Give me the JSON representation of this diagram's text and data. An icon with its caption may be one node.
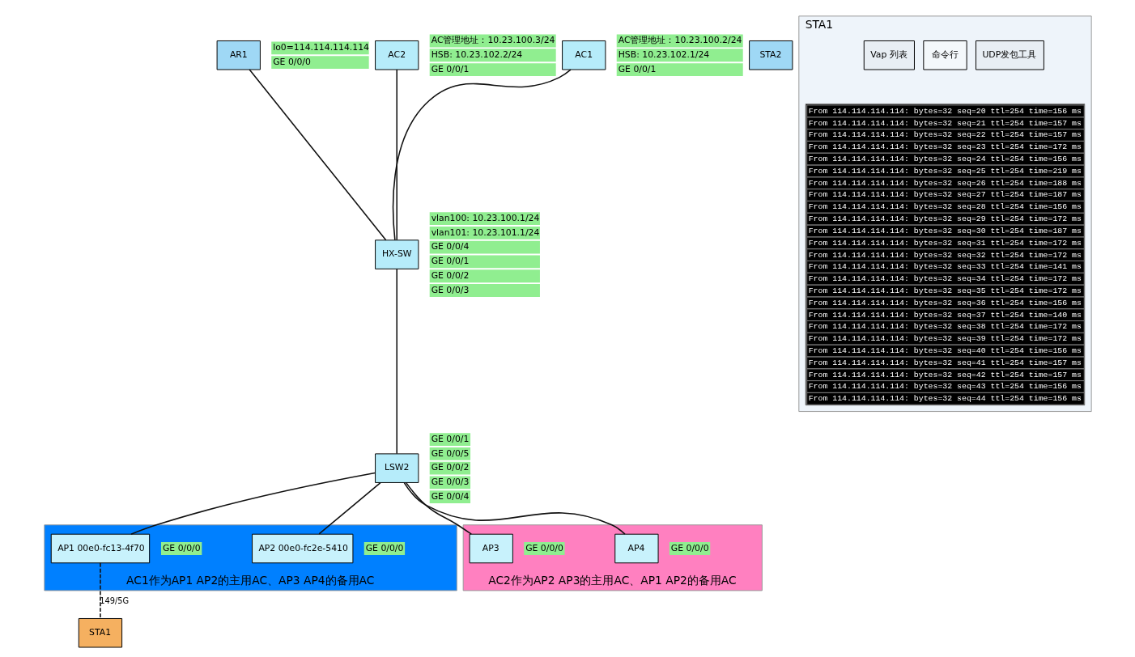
{
  "diagram": {
    "nodes": [
      {
        "text": [
          "AR1"
        ],
        "beside": [
          "lo0=114.114.114.114",
          "GE 0/0/0"
        ]
      },
      {
        "text": [
          "AC2"
        ],
        "beside": [
          "AC管理地址：10.23.100.3/24",
          "HSB: 10.23.102.2/24",
          "GE 0/0/1"
        ]
      },
      {
        "text": [
          "HX-SW"
        ],
        "beside": [
          "vlan100: 10.23.100.1/24",
          "vlan101: 10.23.101.1/24",
          "GE 0/0/4",
          "GE 0/0/1",
          "GE 0/0/2",
          "GE 0/0/3"
        ]
      },
      {
        "text": [
          "AC1"
        ],
        "beside": [
          "AC管理地址：10.23.100.2/24",
          "HSB: 10.23.102.1/24",
          "GE 0/0/1"
        ]
      },
      {
        "text": [
          "LSW2"
        ],
        "beside": [
          "GE 0/0/1",
          "GE 0/0/5",
          "GE 0/0/2",
          "GE 0/0/3",
          "GE 0/0/4"
        ]
      },
      {
        "text": [
          "AC1作为AP1 AP2的主用AC、AP3 AP4的备用AC"
        ]
      },
      {
        "text": [
          "AP1 00e0-fc13-4f70"
        ],
        "in": 5,
        "beside": [
          "GE 0/0/0"
        ]
      },
      {
        "text": [
          "AP2 00e0-fc2e-5410"
        ],
        "in": 5,
        "beside": [
          "GE 0/0/0"
        ]
      },
      {
        "text": [
          "STA1"
        ]
      },
      {
        "text": [
          "AC2作为AP2 AP3的主用AC、AP1 AP2的备用AC"
        ]
      },
      {
        "text": [
          "AP3"
        ],
        "in": 9,
        "beside": [
          "GE 0/0/0"
        ]
      },
      {
        "text": [
          "AP4"
        ],
        "in": 9,
        "beside": [
          "GE 0/0/0"
        ]
      },
      {
        "text": [
          "STA2"
        ]
      },
      {
        "text": [
          "STA1"
        ]
      },
      {
        "text": [
          "Vap 列表"
        ],
        "in": 13
      },
      {
        "text": [
          "命令行"
        ],
        "in": 13
      },
      {
        "text": [
          "UDP发包工具"
        ],
        "in": 13
      },
      {
        "text": [
          "From 114.114.114.114: bytes=32 seq=20 ttl=254 time=156 ms",
          "From 114.114.114.114: bytes=32 seq=21 ttl=254 time=157 ms",
          "From 114.114.114.114: bytes=32 seq=22 ttl=254 time=157 ms",
          "From 114.114.114.114: bytes=32 seq=23 ttl=254 time=172 ms",
          "From 114.114.114.114: bytes=32 seq=24 ttl=254 time=156 ms",
          "From 114.114.114.114: bytes=32 seq=25 ttl=254 time=219 ms",
          "From 114.114.114.114: bytes=32 seq=26 ttl=254 time=188 ms",
          "From 114.114.114.114: bytes=32 seq=27 ttl=254 time=187 ms",
          "From 114.114.114.114: bytes=32 seq=28 ttl=254 time=156 ms",
          "From 114.114.114.114: bytes=32 seq=29 ttl=254 time=172 ms",
          "From 114.114.114.114: bytes=32 seq=30 ttl=254 time=187 ms",
          "From 114.114.114.114: bytes=32 seq=31 ttl=254 time=172 ms",
          "From 114.114.114.114: bytes=32 seq=32 ttl=254 time=172 ms",
          "From 114.114.114.114: bytes=32 seq=33 ttl=254 time=141 ms",
          "From 114.114.114.114: bytes=32 seq=34 ttl=254 time=172 ms",
          "From 114.114.114.114: bytes=32 seq=35 ttl=254 time=172 ms",
          "From 114.114.114.114: bytes=32 seq=36 ttl=254 time=156 ms",
          "From 114.114.114.114: bytes=32 seq=37 ttl=254 time=140 ms",
          "From 114.114.114.114: bytes=32 seq=38 ttl=254 time=172 ms",
          "From 114.114.114.114: bytes=32 seq=39 ttl=254 time=172 ms",
          "From 114.114.114.114: bytes=32 seq=40 ttl=254 time=156 ms",
          "From 114.114.114.114: bytes=32 seq=41 ttl=254 time=157 ms",
          "From 114.114.114.114: bytes=32 seq=42 ttl=254 time=157 ms",
          "From 114.114.114.114: bytes=32 seq=43 ttl=254 time=156 ms",
          "From 114.114.114.114: bytes=32 seq=44 ttl=254 time=156 ms"
        ],
        "in": 13
      }
    ],
    "edges": [
      {
        "from": 0,
        "to": 2,
        "arrow": "none"
      },
      {
        "from": 1,
        "to": 2,
        "arrow": "none"
      },
      {
        "from": 3,
        "to": 2,
        "arrow": "none"
      },
      {
        "from": 2,
        "to": 4,
        "arrow": "none"
      },
      {
        "from": 4,
        "to": 6,
        "arrow": "none"
      },
      {
        "from": 4,
        "to": 7,
        "arrow": "none"
      },
      {
        "from": 4,
        "to": 10,
        "arrow": "none"
      },
      {
        "from": 4,
        "to": 11,
        "arrow": "none"
      },
      {
        "from": 6,
        "to": 8,
        "arrow": "none",
        "label": "149/5G",
        "style": "dashed"
      }
    ]
  }
}
